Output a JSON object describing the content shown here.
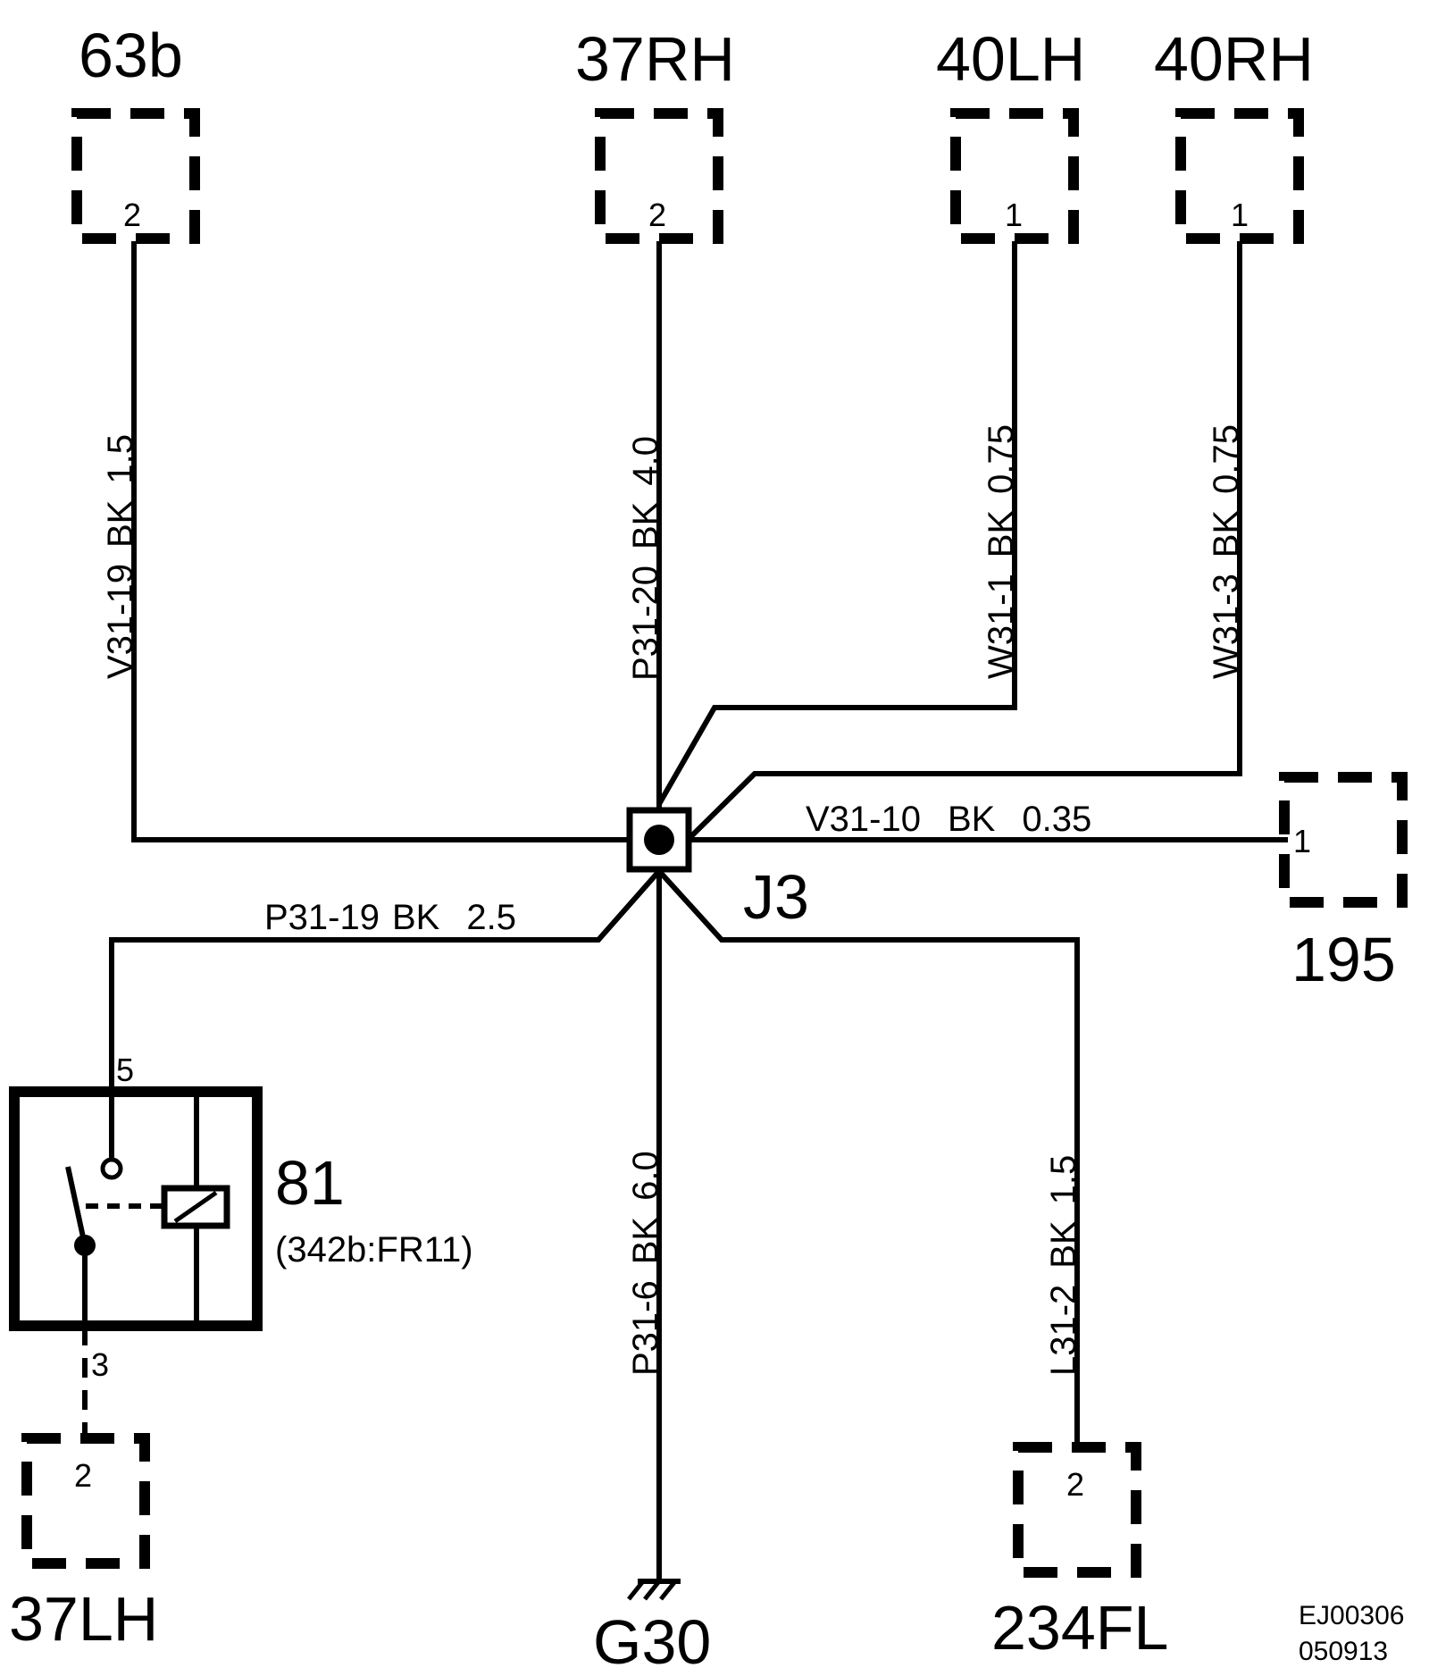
{
  "components": {
    "c63b": {
      "name": "63b",
      "pin": "2"
    },
    "c37rh": {
      "name": "37RH",
      "pin": "2"
    },
    "c40lh": {
      "name": "40LH",
      "pin": "1"
    },
    "c40rh": {
      "name": "40RH",
      "pin": "1"
    },
    "c195": {
      "name": "195",
      "pin": "1"
    },
    "c37lh": {
      "name": "37LH",
      "pin": "2"
    },
    "c234fl": {
      "name": "234FL",
      "pin": "2"
    },
    "relay81": {
      "name": "81",
      "ref": "(342b:FR11)",
      "pin_top": "5",
      "pin_bottom": "3"
    },
    "ground": {
      "name": "G30"
    }
  },
  "splice": {
    "name": "J3"
  },
  "wires": {
    "w63b": {
      "id": "V31-19",
      "color": "BK",
      "size": "1.5"
    },
    "w37rh": {
      "id": "P31-20",
      "color": "BK",
      "size": "4.0"
    },
    "w40lh": {
      "id": "W31-1",
      "color": "BK",
      "size": "0.75"
    },
    "w40rh": {
      "id": "W31-3",
      "color": "BK",
      "size": "0.75"
    },
    "w195": {
      "id": "V31-10",
      "color": "BK",
      "size": "0.35"
    },
    "w81": {
      "id": "P31-19",
      "color": "BK",
      "size": "2.5"
    },
    "wg30": {
      "id": "P31-6",
      "color": "BK",
      "size": "6.0"
    },
    "w234fl": {
      "id": "L31-2",
      "color": "BK",
      "size": "1.5"
    }
  },
  "doc_code": {
    "line1": "EJ00306",
    "line2": "050913"
  }
}
